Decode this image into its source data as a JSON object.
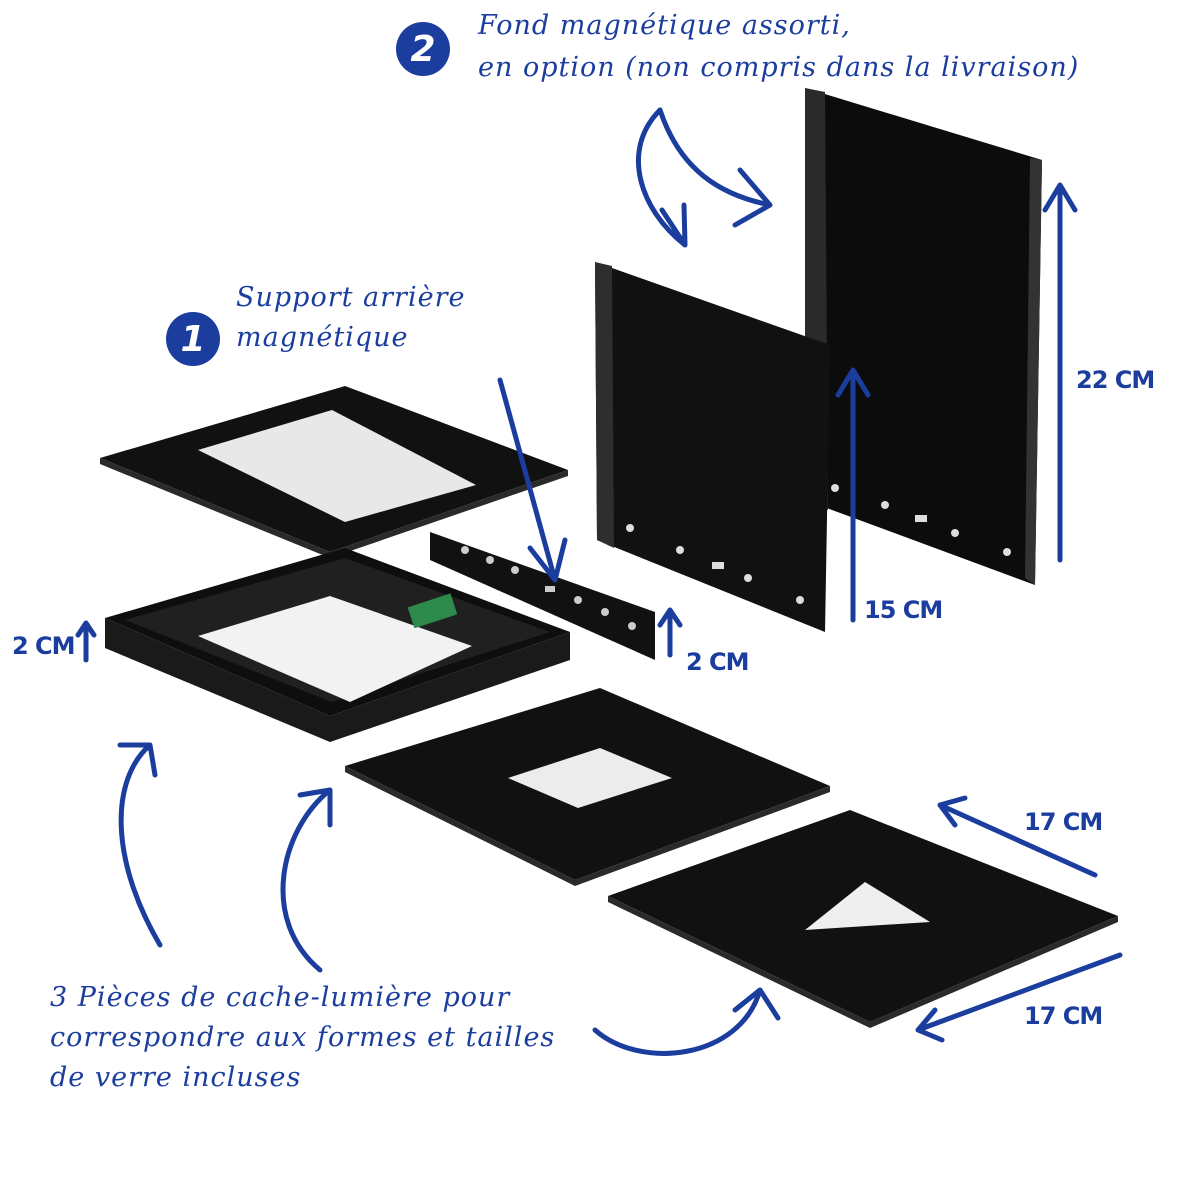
{
  "accent_color": "#1b3d9e",
  "callouts": {
    "optional_back": {
      "badge": "2",
      "line1": "Fond magnétique assorti,",
      "line2": "en option (non compris dans la livraison)"
    },
    "magnetic_support": {
      "badge": "1",
      "line1": "Support arrière",
      "line2": "magnétique"
    },
    "light_covers": {
      "line1": "3 Pièces de cache-lumière pour",
      "line2": "correspondre aux formes et tailles",
      "line3": "de verre incluses"
    }
  },
  "dimensions": {
    "tall_panel_height": "22 CM",
    "short_panel_height": "15 CM",
    "strip_height": "2 CM",
    "base_height": "2 CM",
    "plate_depth": "17 CM",
    "plate_width": "17 CM"
  }
}
